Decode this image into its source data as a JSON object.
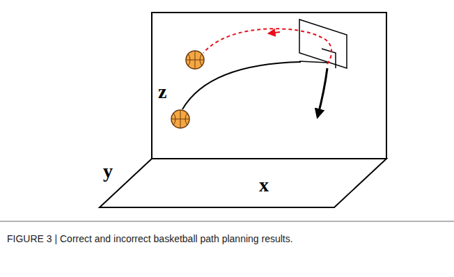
{
  "diagram": {
    "caption": "FIGURE 3 | Correct and incorrect basketball path planning results.",
    "labels": [
      "z",
      "y",
      "x"
    ]
  }
}
